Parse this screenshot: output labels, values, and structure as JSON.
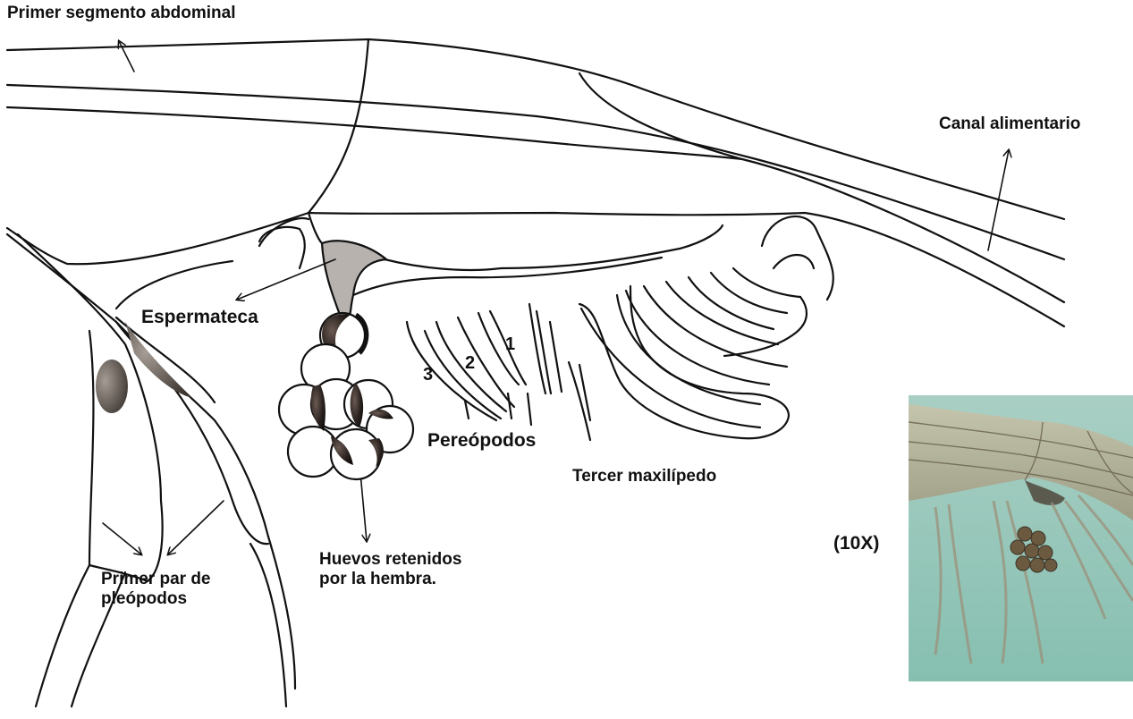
{
  "labels": {
    "primer_segmento": "Primer segmento abdominal",
    "canal_alimentario": "Canal alimentario",
    "espermateca": "Espermateca",
    "pereopodos": "Pereópodos",
    "tercer_maxilipedo": "Tercer maxilípedo",
    "huevos_line1": "Huevos retenidos",
    "huevos_line2": "por la hembra.",
    "pleopodos_line1": "Primer par de",
    "pleopodos_line2": "pleópodos",
    "magnification": "(10X)"
  },
  "pereopod_numbers": [
    "1",
    "2",
    "3"
  ],
  "colors": {
    "line": "#111111",
    "spermatheca_fill": "#b8b2ae",
    "egg_shade": "#2b2320",
    "photo_bg": "#8fc2b4"
  }
}
